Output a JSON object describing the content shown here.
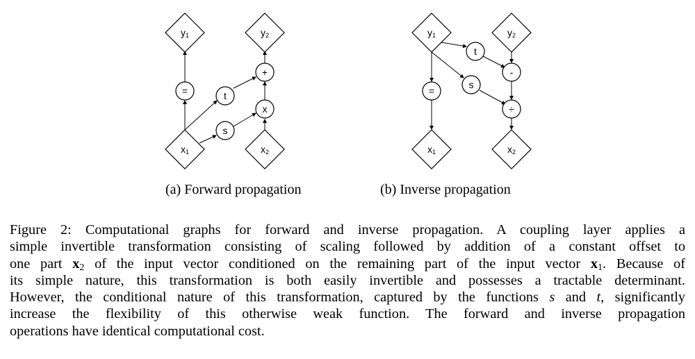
{
  "figure": {
    "forward": {
      "caption": "(a) Forward propagation",
      "nodes": [
        {
          "id": "y1",
          "shape": "diamond",
          "label": "y",
          "sub": "1"
        },
        {
          "id": "y2",
          "shape": "diamond",
          "label": "y",
          "sub": "2"
        },
        {
          "id": "eq",
          "shape": "circle",
          "label": "="
        },
        {
          "id": "t",
          "shape": "circle",
          "label": "t"
        },
        {
          "id": "plus",
          "shape": "circle",
          "label": "+"
        },
        {
          "id": "times",
          "shape": "circle",
          "label": "x"
        },
        {
          "id": "s",
          "shape": "circle",
          "label": "s"
        },
        {
          "id": "x1",
          "shape": "diamond",
          "label": "x",
          "sub": "1"
        },
        {
          "id": "x2",
          "shape": "diamond",
          "label": "x",
          "sub": "2"
        }
      ]
    },
    "inverse": {
      "caption": "(b) Inverse propagation",
      "nodes": [
        {
          "id": "y1",
          "shape": "diamond",
          "label": "y",
          "sub": "1"
        },
        {
          "id": "y2",
          "shape": "diamond",
          "label": "y",
          "sub": "2"
        },
        {
          "id": "t",
          "shape": "circle",
          "label": "t"
        },
        {
          "id": "minus",
          "shape": "circle",
          "label": "-"
        },
        {
          "id": "s",
          "shape": "circle",
          "label": "s"
        },
        {
          "id": "eq",
          "shape": "circle",
          "label": "="
        },
        {
          "id": "div",
          "shape": "circle",
          "label": "÷"
        },
        {
          "id": "x1",
          "shape": "diamond",
          "label": "x",
          "sub": "1"
        },
        {
          "id": "x2",
          "shape": "diamond",
          "label": "x",
          "sub": "2"
        }
      ]
    }
  },
  "caption": {
    "line1_a": "Figure 2: Computational graphs for forward and inverse propagation. A coupling layer applies a",
    "line2_a": "simple invertible transformation consisting of scaling followed by addition of a constant offset to",
    "line3_a": "one part ",
    "line3_var": "x",
    "line3_sub": "2",
    "line3_b": " of the input vector conditioned on the remaining part of the input vector ",
    "line3_var2": "x",
    "line3_sub2": "1",
    "line3_c": ". Because of",
    "line4_a": "its simple nature, this transformation is both easily invertible and possesses a tractable determinant.",
    "line5_a": "However, the conditional nature of this transformation, captured by the functions ",
    "line5_s": "s",
    "line5_and": " and ",
    "line5_t": "t",
    "line5_b": ", significantly",
    "line6_a": "increase the flexibility of this otherwise weak function.  The forward and inverse propagation",
    "line7_a": "operations have identical computational cost."
  }
}
